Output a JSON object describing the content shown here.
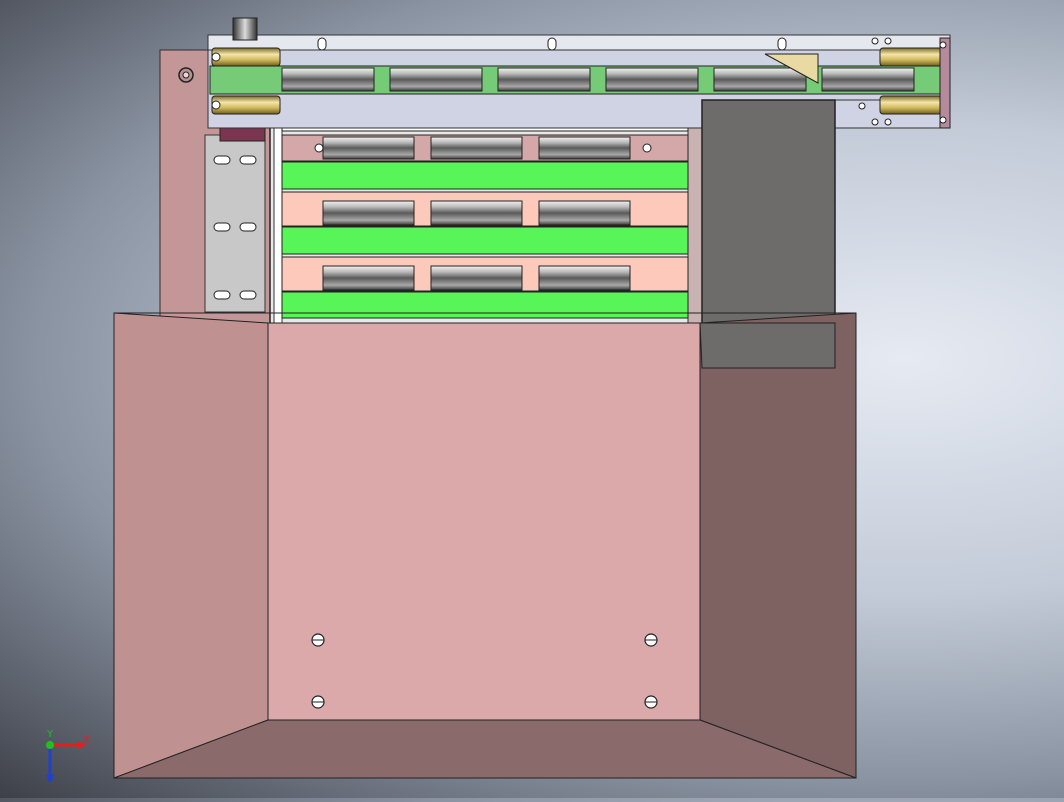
{
  "colors": {
    "body_front": "#dba9a9",
    "body_left": "#c09191",
    "body_right": "#7e6161",
    "body_bottom": "#8a6a6a",
    "green": "#58f558",
    "salmon": "#fcc9bb",
    "cover": "#6e6c6a",
    "rail": "#cfd3e4",
    "bracket": "#d2c18a",
    "plate": "#c8c8c8",
    "triad_x": "#e02020",
    "triad_y": "#20c020",
    "triad_z": "#2040d0"
  },
  "icons": {
    "view_triad": "xyz-axis-triad-icon",
    "bolt_hole": "round-hole-icon",
    "slot_hole": "oval-slot-icon"
  },
  "triad": {
    "x_label": "X",
    "y_label": "Y",
    "z_label": "Z"
  }
}
